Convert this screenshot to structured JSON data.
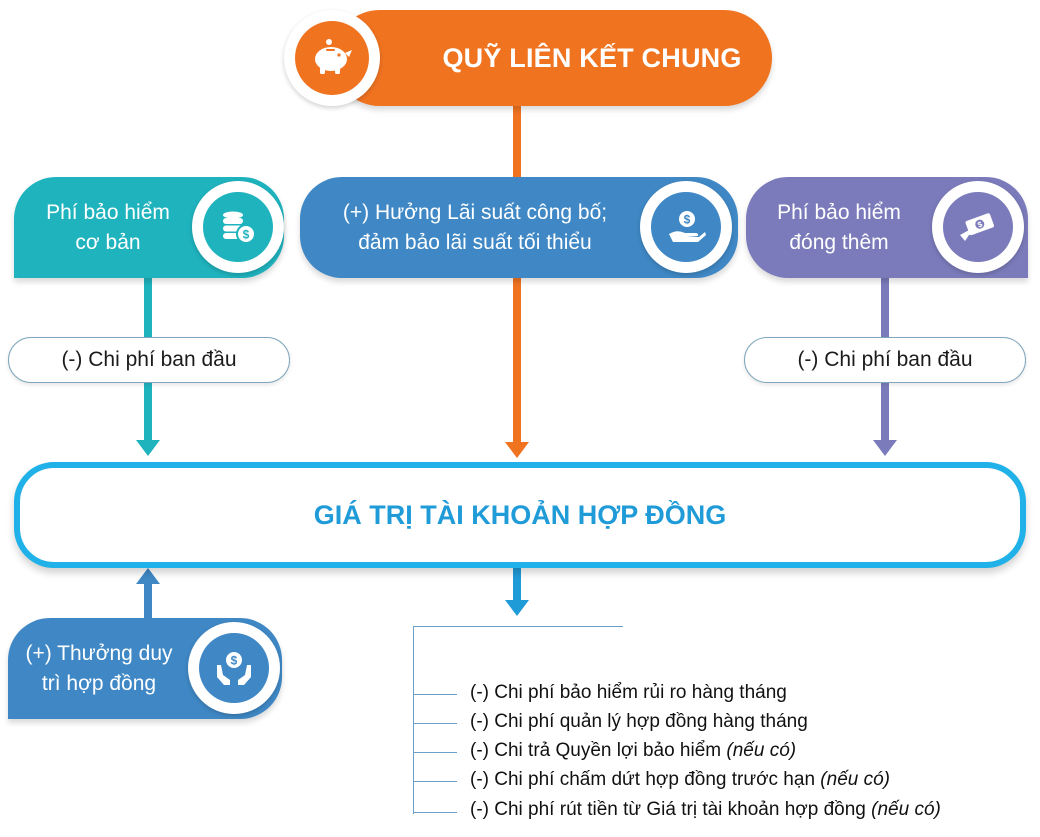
{
  "top": {
    "title": "QUỸ LIÊN KẾT CHUNG",
    "icon": "piggy-bank-icon",
    "color": "#f07320"
  },
  "left_box": {
    "line1": "Phí bảo hiểm",
    "line2": "cơ bản",
    "icon": "coins-dollar-icon",
    "color": "#1fb3be"
  },
  "middle_box": {
    "line1": "(+) Hưởng Lãi suất công bố;",
    "line2": "đảm bảo lãi suất tối thiểu",
    "icon": "hand-coin-icon",
    "color": "#3f88c5"
  },
  "right_box": {
    "line1": "Phí bảo hiểm",
    "line2": "đóng thêm",
    "icon": "money-hand-icon",
    "color": "#7b7bbb"
  },
  "left_cost": {
    "label": "(-) Chi phí ban đầu"
  },
  "right_cost": {
    "label": "(-) Chi phí ban đầu"
  },
  "center": {
    "title": "GIÁ TRỊ TÀI KHOẢN HỢP ĐỒNG",
    "color": "#1fb1e8"
  },
  "bonus_box": {
    "line1": "(+) Thưởng duy",
    "line2": "trì hợp đồng",
    "icon": "hands-coin-icon",
    "color": "#3f88c5"
  },
  "deductions": [
    {
      "text": "(-) Chi phí bảo hiểm rủi ro hàng tháng",
      "note": ""
    },
    {
      "text": "(-) Chi phí quản lý hợp đồng hàng tháng",
      "note": ""
    },
    {
      "text": "(-) Chi trả Quyền lợi bảo hiểm ",
      "note": "(nếu có)"
    },
    {
      "text": "(-) Chi phí chấm dứt hợp đồng trước hạn ",
      "note": "(nếu có)"
    },
    {
      "text": "(-) Chi phí rút tiền từ Giá trị tài khoản hợp đồng ",
      "note": "(nếu có)"
    }
  ]
}
